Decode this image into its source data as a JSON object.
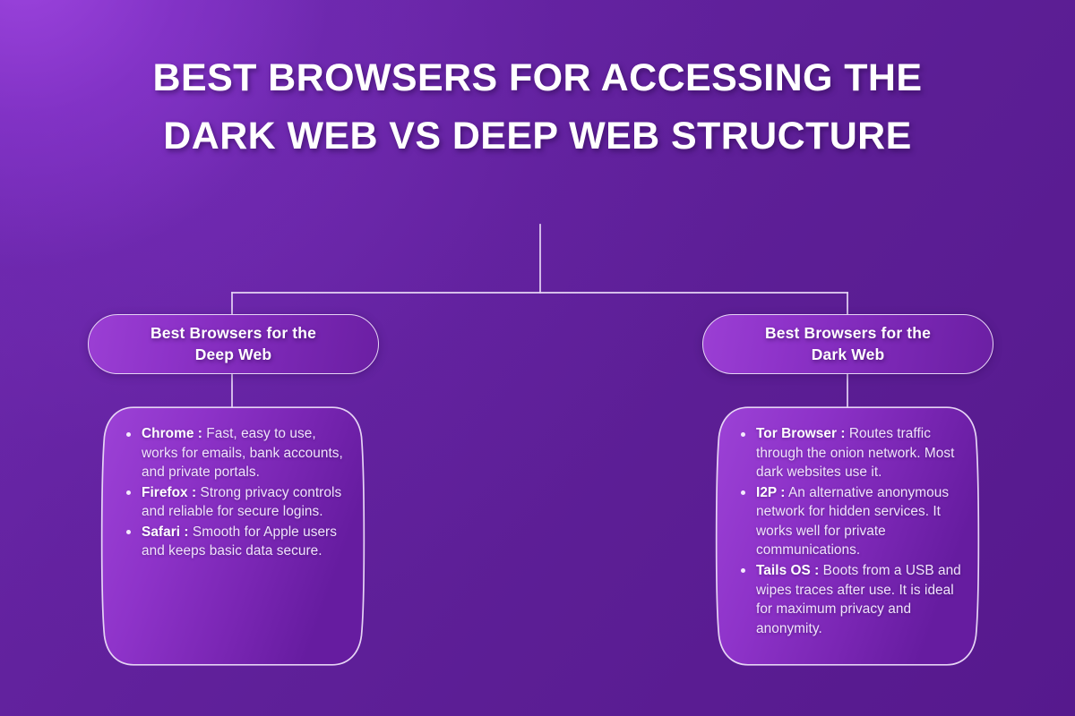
{
  "page": {
    "title": "BEST BROWSERS FOR ACCESSING THE DARK WEB VS DEEP WEB STRUCTURE",
    "background_color_dark": "#5B1E96",
    "background_color_light": "#8B35C8",
    "text_color": "#FFFFFF",
    "border_color": "#E6D4F5"
  },
  "branches": {
    "left": {
      "header": "Best Browsers for the\nDeep Web",
      "items": [
        {
          "term": "Chrome :",
          "desc": " Fast, easy to use, works for emails, bank accounts, and private portals."
        },
        {
          "term": "Firefox :",
          "desc": " Strong privacy controls and reliable for secure logins."
        },
        {
          "term": "Safari :",
          "desc": " Smooth for Apple users and keeps basic data secure."
        }
      ]
    },
    "right": {
      "header": "Best Browsers for the\nDark Web",
      "items": [
        {
          "term": "Tor Browser :",
          "desc": " Routes traffic through the onion network. Most dark websites use it."
        },
        {
          "term": "I2P :",
          "desc": " An alternative anonymous network for hidden services. It works well for private communications."
        },
        {
          "term": "Tails OS :",
          "desc": " Boots from a USB and wipes traces after use. It is ideal for maximum privacy and anonymity."
        }
      ]
    }
  }
}
